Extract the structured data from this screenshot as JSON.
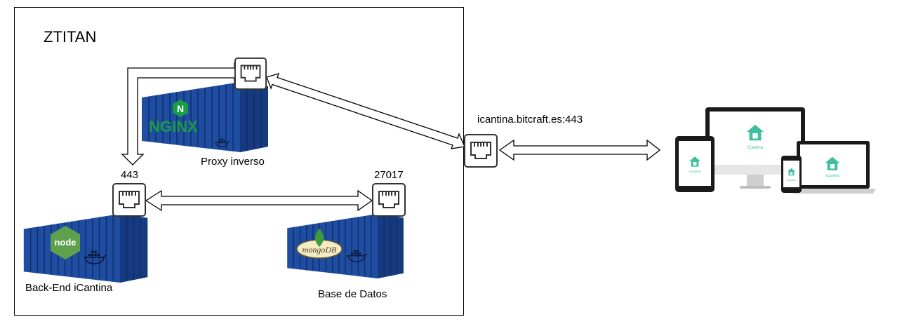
{
  "server": {
    "name": "ZTITAN"
  },
  "containers": {
    "proxy": {
      "label": "Proxy inverso",
      "logo": "NGINX",
      "logo_letter": "N"
    },
    "backend": {
      "label": "Back-End iCantina",
      "logo": "node",
      "port": "443"
    },
    "database": {
      "label": "Base de Datos",
      "logo": "mongoDB",
      "port": "27017"
    }
  },
  "gateway": {
    "label": "icantina.bitcraft.es:443"
  },
  "devices": {
    "app_name": "iCantina"
  },
  "icons": [
    "ethernet-port-icon",
    "docker-whale-icon",
    "container-icon",
    "nginx-logo-icon",
    "node-logo-icon",
    "mongodb-logo-icon"
  ],
  "colors": {
    "container": "#1f4da1",
    "container_dark": "#163a80",
    "nginx": "#1a9b48",
    "node": "#5fa04e",
    "mongo": "#3f9b3a",
    "app_teal": "#3fbf9f"
  }
}
